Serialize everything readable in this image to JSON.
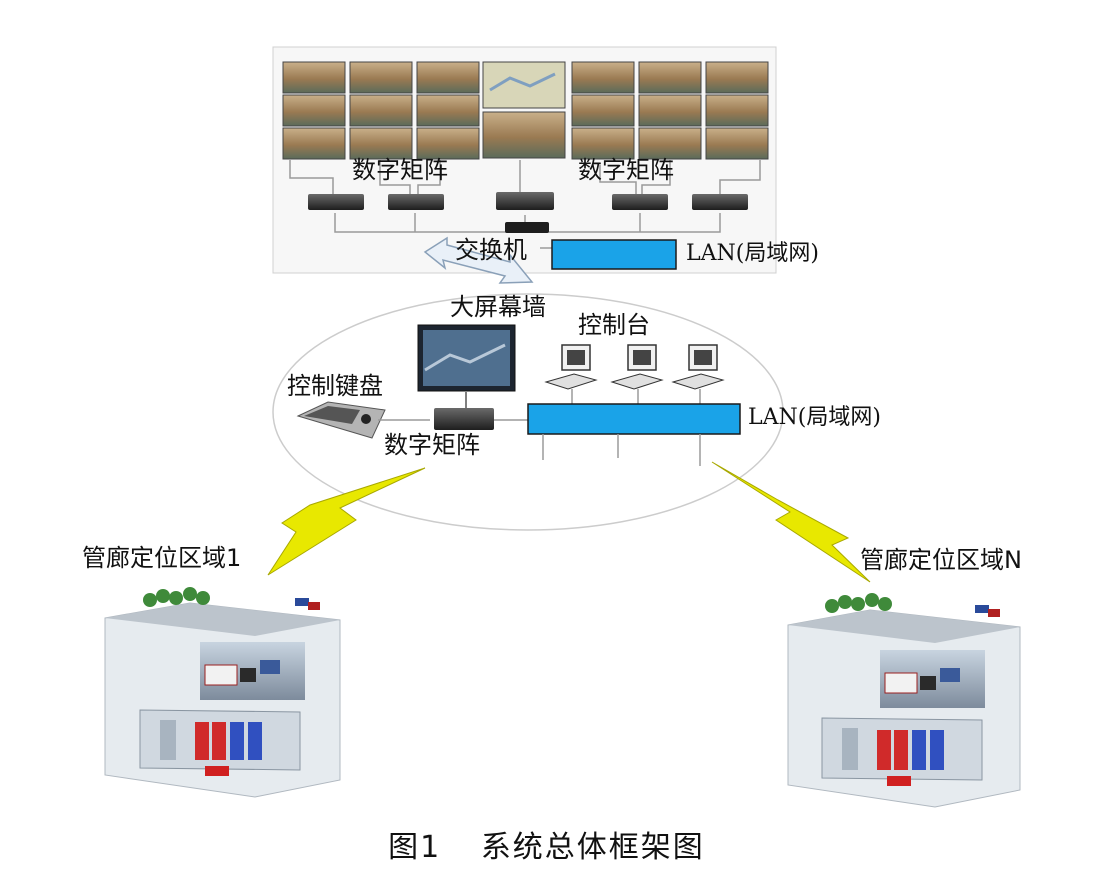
{
  "labels": {
    "matrix_top_left": "数字矩阵",
    "matrix_top_right": "数字矩阵",
    "switch": "交换机",
    "lan_top": "LAN(局域网)",
    "big_screen_wall": "大屏幕墙",
    "console": "控制台",
    "control_keyboard": "控制键盘",
    "matrix_center": "数字矩阵",
    "lan_center": "LAN(局域网)",
    "zone_1": "管廊定位区域1",
    "zone_n": "管廊定位区域N"
  },
  "caption": {
    "figure_no": "图1",
    "title": "系统总体框架图"
  },
  "colors": {
    "lan_bar": "#1aa3e8",
    "lightning": "#e8e800",
    "ellipse": "#cccccc"
  }
}
